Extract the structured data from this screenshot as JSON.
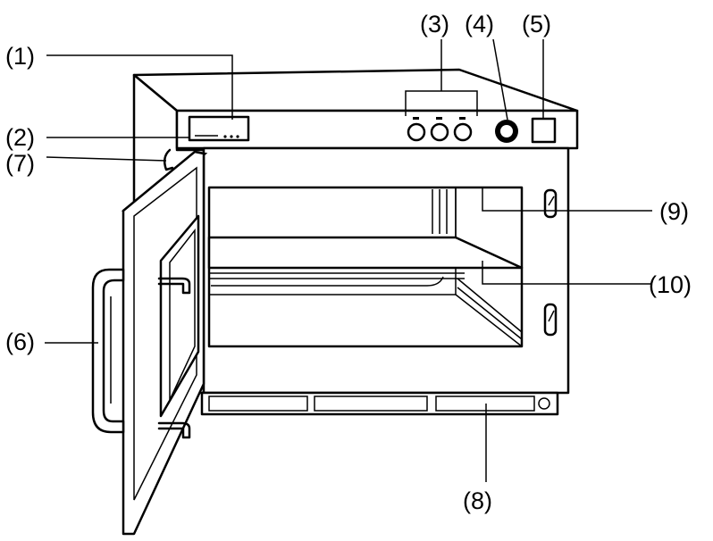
{
  "callouts": [
    {
      "id": "1",
      "label": "(1)"
    },
    {
      "id": "2",
      "label": "(2)"
    },
    {
      "id": "3",
      "label": "(3)"
    },
    {
      "id": "4",
      "label": "(4)"
    },
    {
      "id": "5",
      "label": "(5)"
    },
    {
      "id": "6",
      "label": "(6)"
    },
    {
      "id": "7",
      "label": "(7)"
    },
    {
      "id": "8",
      "label": "(8)"
    },
    {
      "id": "9",
      "label": "(9)"
    },
    {
      "id": "10",
      "label": "(10)"
    }
  ],
  "colors": {
    "line": "#000000",
    "background": "#ffffff",
    "shade": "#cfcfcf"
  }
}
